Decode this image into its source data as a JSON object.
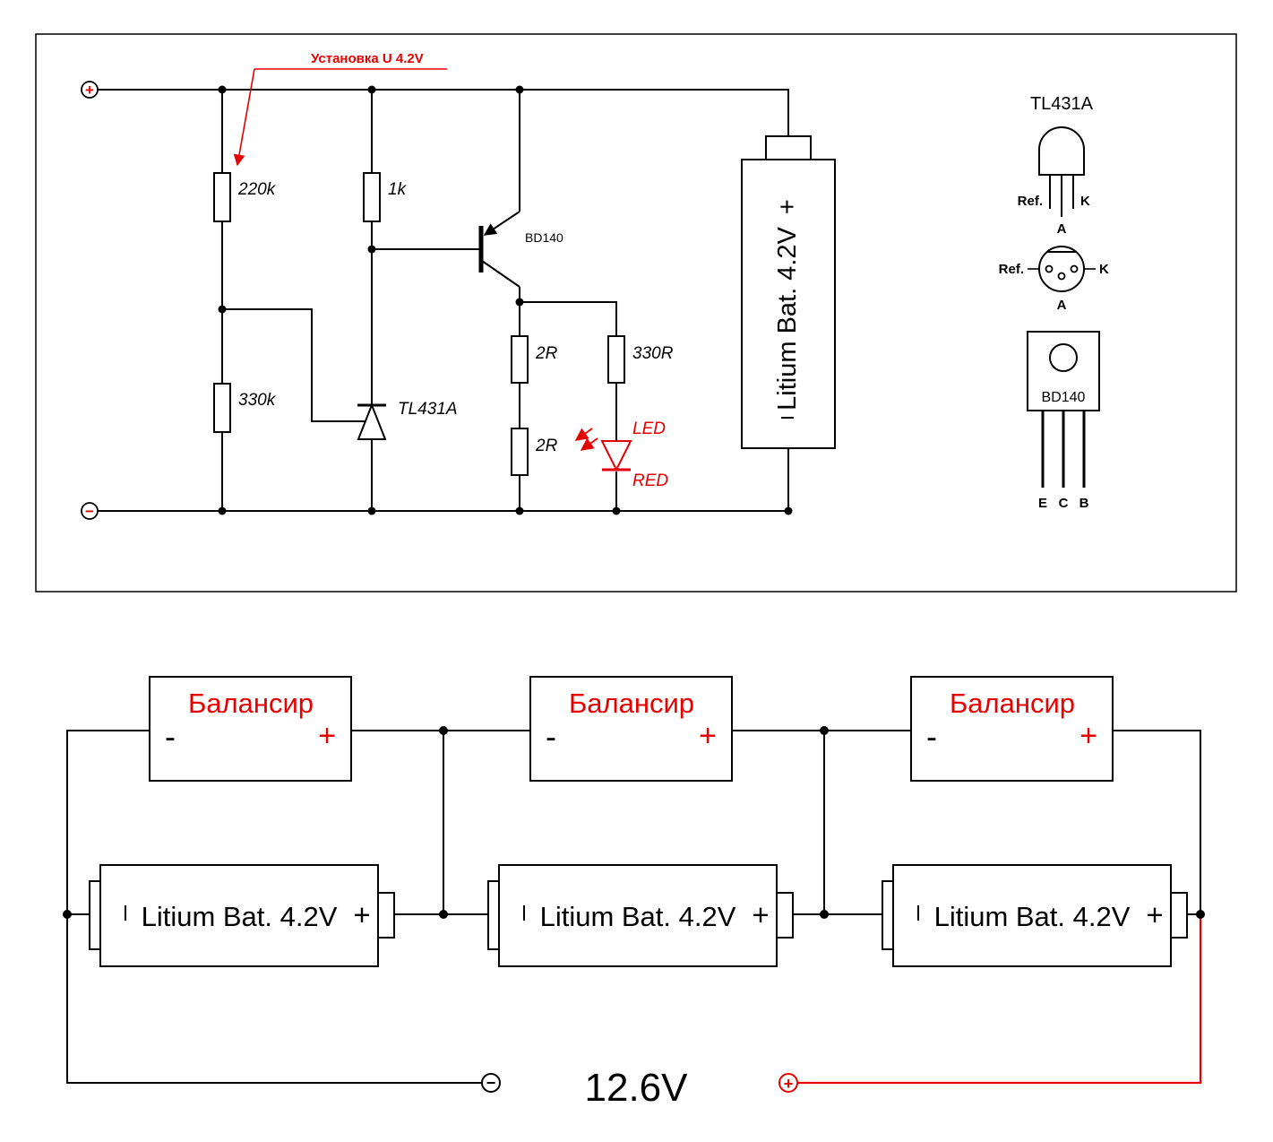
{
  "colors": {
    "accent_red": "#e60000",
    "line_black": "#000000",
    "background": "#ffffff"
  },
  "schematic": {
    "annotation": "Установка U 4.2V",
    "terminal_plus": "+",
    "terminal_minus": "−",
    "r_220k": "220k",
    "r_1k": "1k",
    "r_330k": "330k",
    "r_2r_upper": "2R",
    "r_2r_lower": "2R",
    "r_330r": "330R",
    "transistor_label": "BD140",
    "shunt_label": "TL431A",
    "led_label": "LED",
    "led_color_label": "RED",
    "battery_label": "Litium Bat. 4.2V",
    "battery_plus": "+"
  },
  "packages": {
    "tl431_title": "TL431A",
    "front_ref": "Ref.",
    "front_k": "K",
    "front_a": "A",
    "bottom_ref": "Ref.",
    "bottom_k": "K",
    "bottom_a": "A",
    "bd140_label": "BD140",
    "pin_e": "E",
    "pin_c": "C",
    "pin_b": "B"
  },
  "bank": {
    "balancers": [
      {
        "label": "Балансир",
        "minus": "-",
        "plus": "+"
      },
      {
        "label": "Балансир",
        "minus": "-",
        "plus": "+"
      },
      {
        "label": "Балансир",
        "minus": "-",
        "plus": "+"
      }
    ],
    "batteries": [
      {
        "label": "Litium Bat. 4.2V",
        "plus": "+"
      },
      {
        "label": "Litium Bat. 4.2V",
        "plus": "+"
      },
      {
        "label": "Litium Bat. 4.2V",
        "plus": "+"
      }
    ],
    "total_voltage": "12.6V",
    "terminal_minus": "−",
    "terminal_plus": "+"
  }
}
